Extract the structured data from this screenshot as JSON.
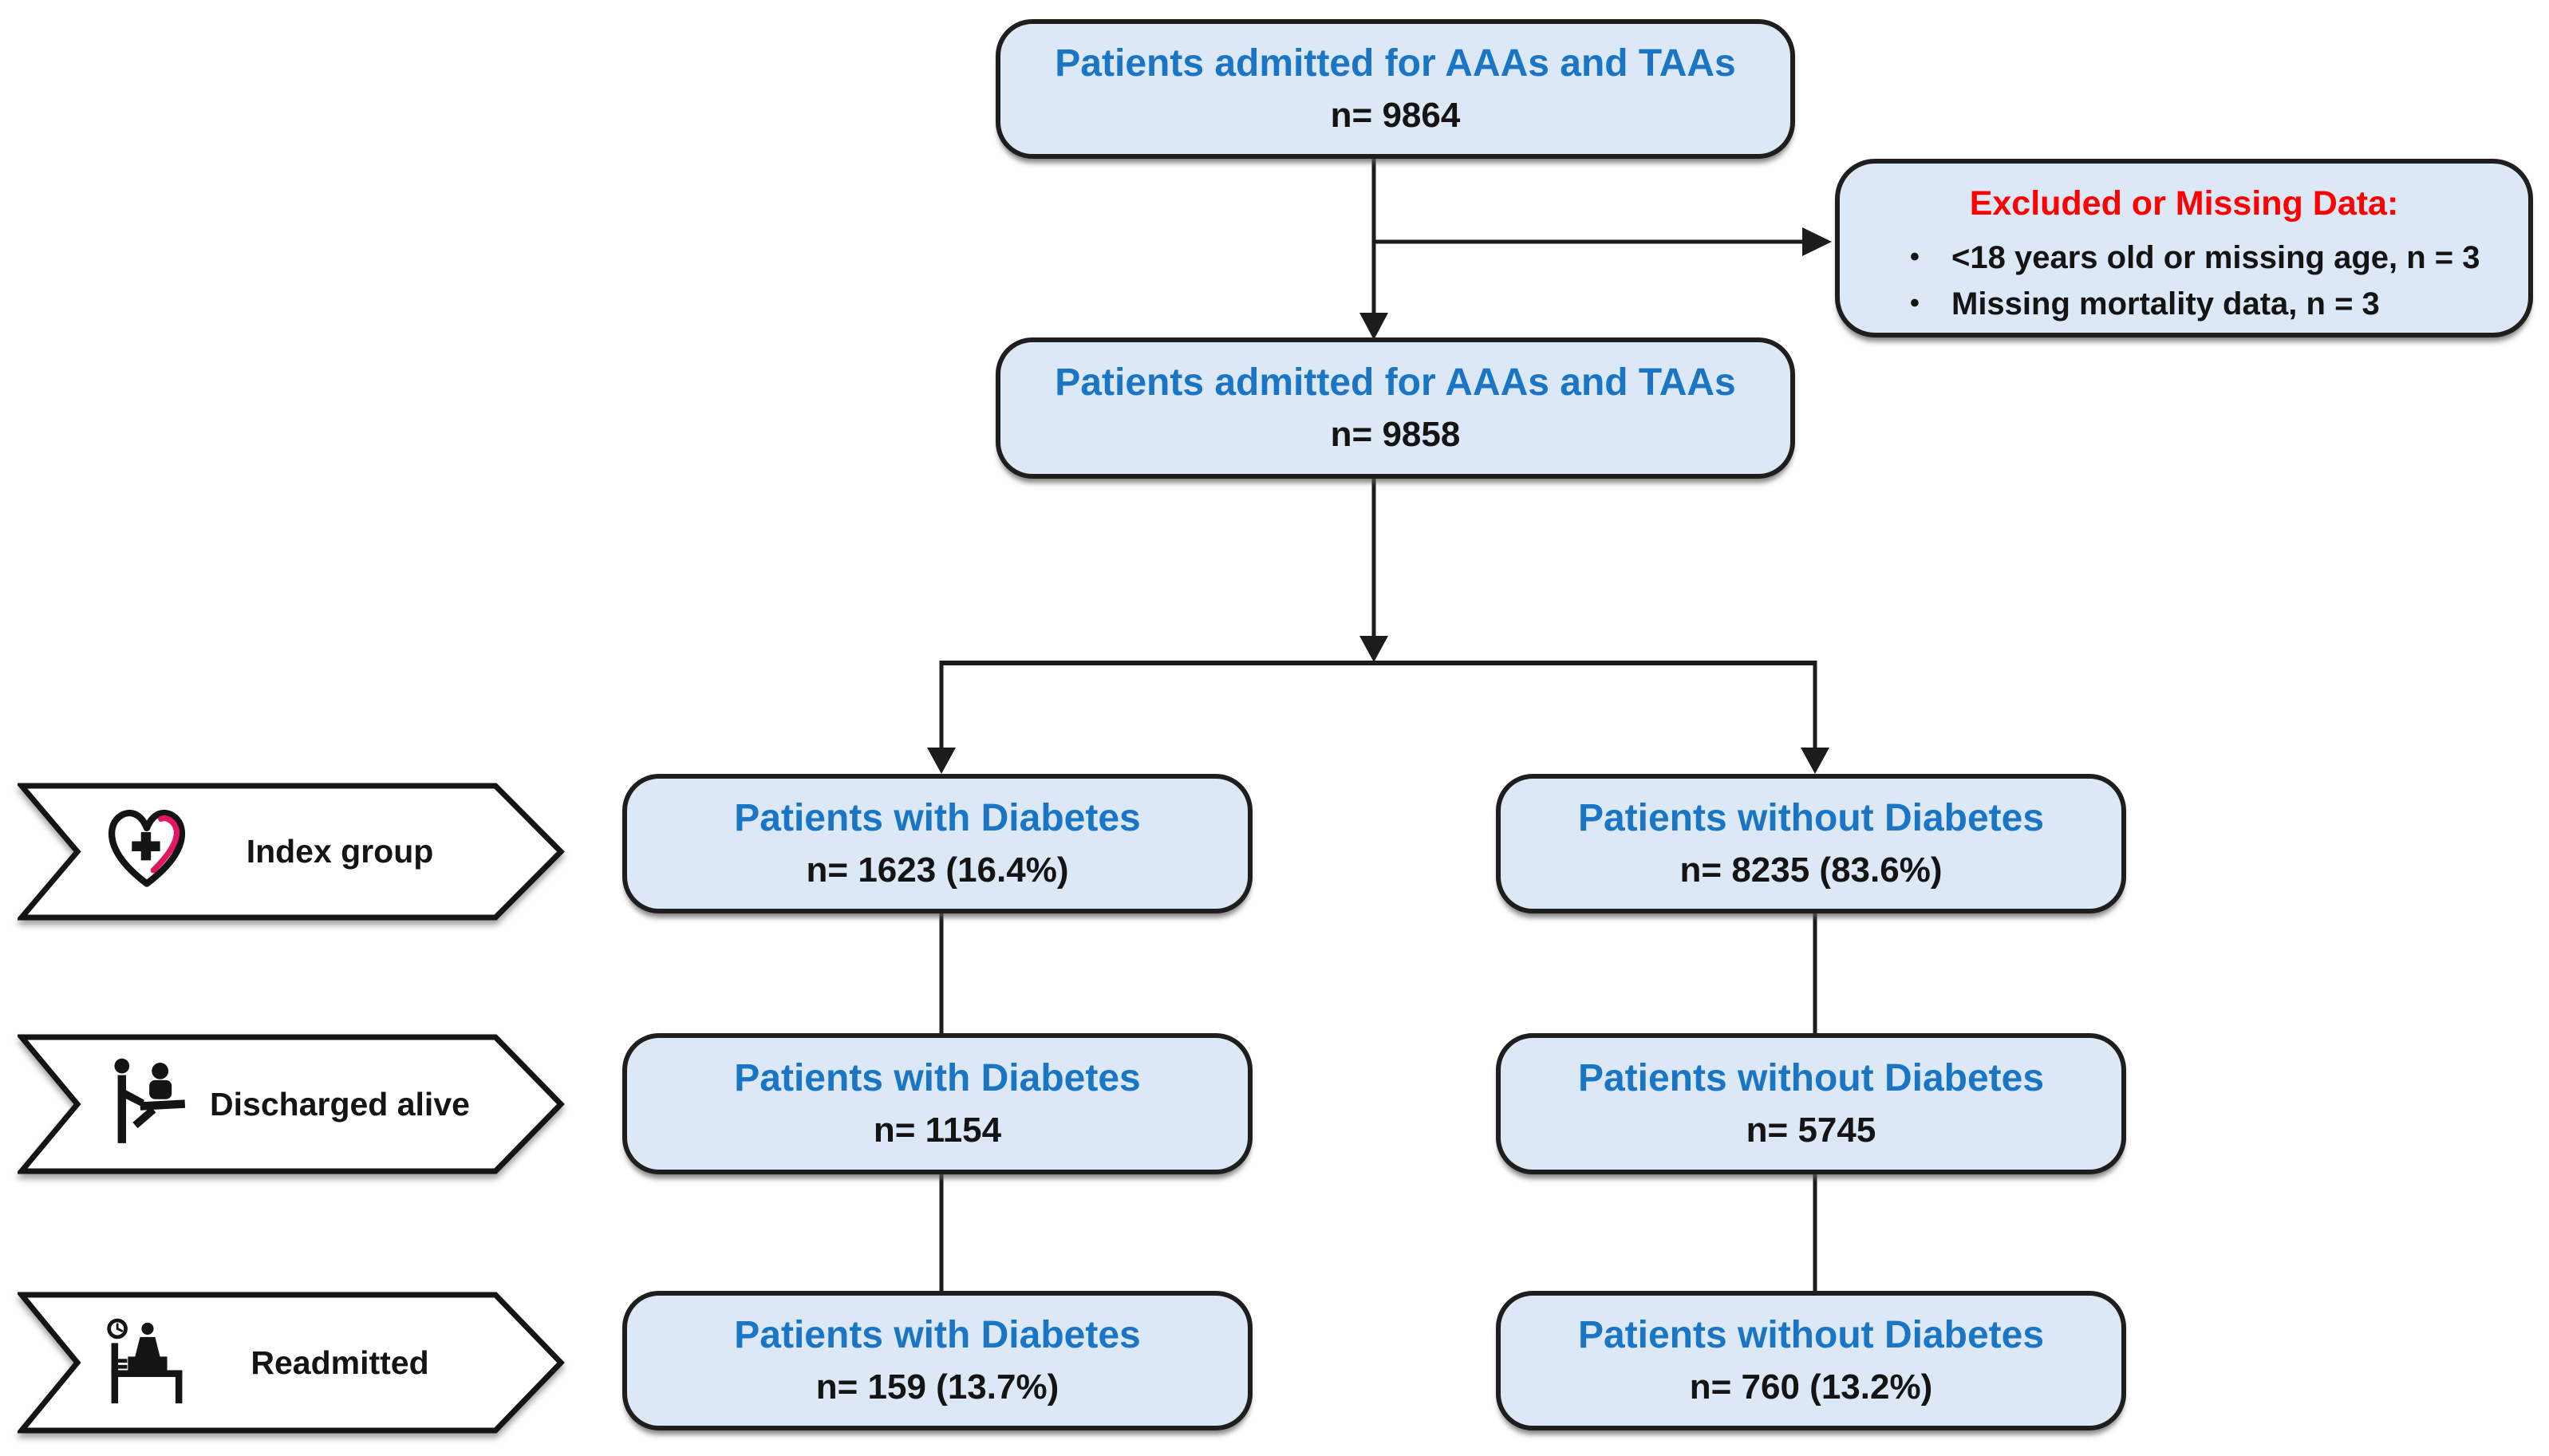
{
  "flowchart": {
    "colors": {
      "box_fill": "#dce8f5",
      "box_border": "#1e1e1e",
      "title_blue": "#1a75c4",
      "alert_red": "#ff0000",
      "ink": "#141414",
      "line": "#1c1c1c",
      "heart_red": "#e3175f"
    },
    "top_box": {
      "title": "Patients admitted for AAAs and TAAs",
      "count": "n= 9864"
    },
    "excluded_box": {
      "title": "Excluded or Missing Data:",
      "items": [
        "<18 years old or missing age, n = 3",
        "Missing mortality data, n = 3"
      ]
    },
    "filtered_box": {
      "title": "Patients admitted for AAAs and TAAs",
      "count": "n= 9858"
    },
    "rows": [
      {
        "label": "Index group",
        "icon": "heart-plus-icon",
        "with_diabetes": {
          "title": "Patients with Diabetes",
          "count": "n= 1623 (16.4%)"
        },
        "without_diabetes": {
          "title": "Patients without Diabetes",
          "count": "n= 8235 (83.6%)"
        }
      },
      {
        "label": "Discharged alive",
        "icon": "discharge-icon",
        "with_diabetes": {
          "title": "Patients with Diabetes",
          "count": "n= 1154"
        },
        "without_diabetes": {
          "title": "Patients without Diabetes",
          "count": "n= 5745"
        }
      },
      {
        "label": "Readmitted",
        "icon": "readmission-icon",
        "with_diabetes": {
          "title": "Patients with Diabetes",
          "count": "n= 159 (13.7%)"
        },
        "without_diabetes": {
          "title": "Patients without Diabetes",
          "count": "n= 760 (13.2%)"
        }
      }
    ]
  }
}
